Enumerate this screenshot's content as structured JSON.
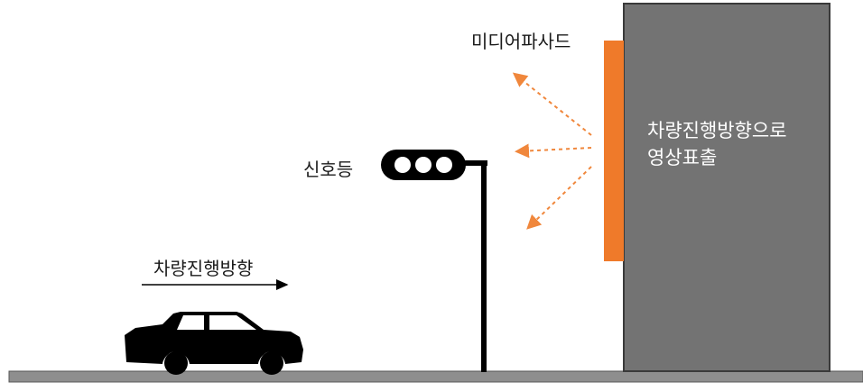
{
  "labels": {
    "media_facade": "미디어파사드",
    "traffic_light": "신호등",
    "vehicle_direction": "차량진행방향",
    "building_line1": "차량진행방향으로",
    "building_line2": "영상표출"
  },
  "colors": {
    "building": "#737373",
    "building_border": "#3a3a3a",
    "facade": "#ef7a2a",
    "arrows_dashed": "#f0873c",
    "ground": "#8e8e8e",
    "black": "#000000"
  }
}
